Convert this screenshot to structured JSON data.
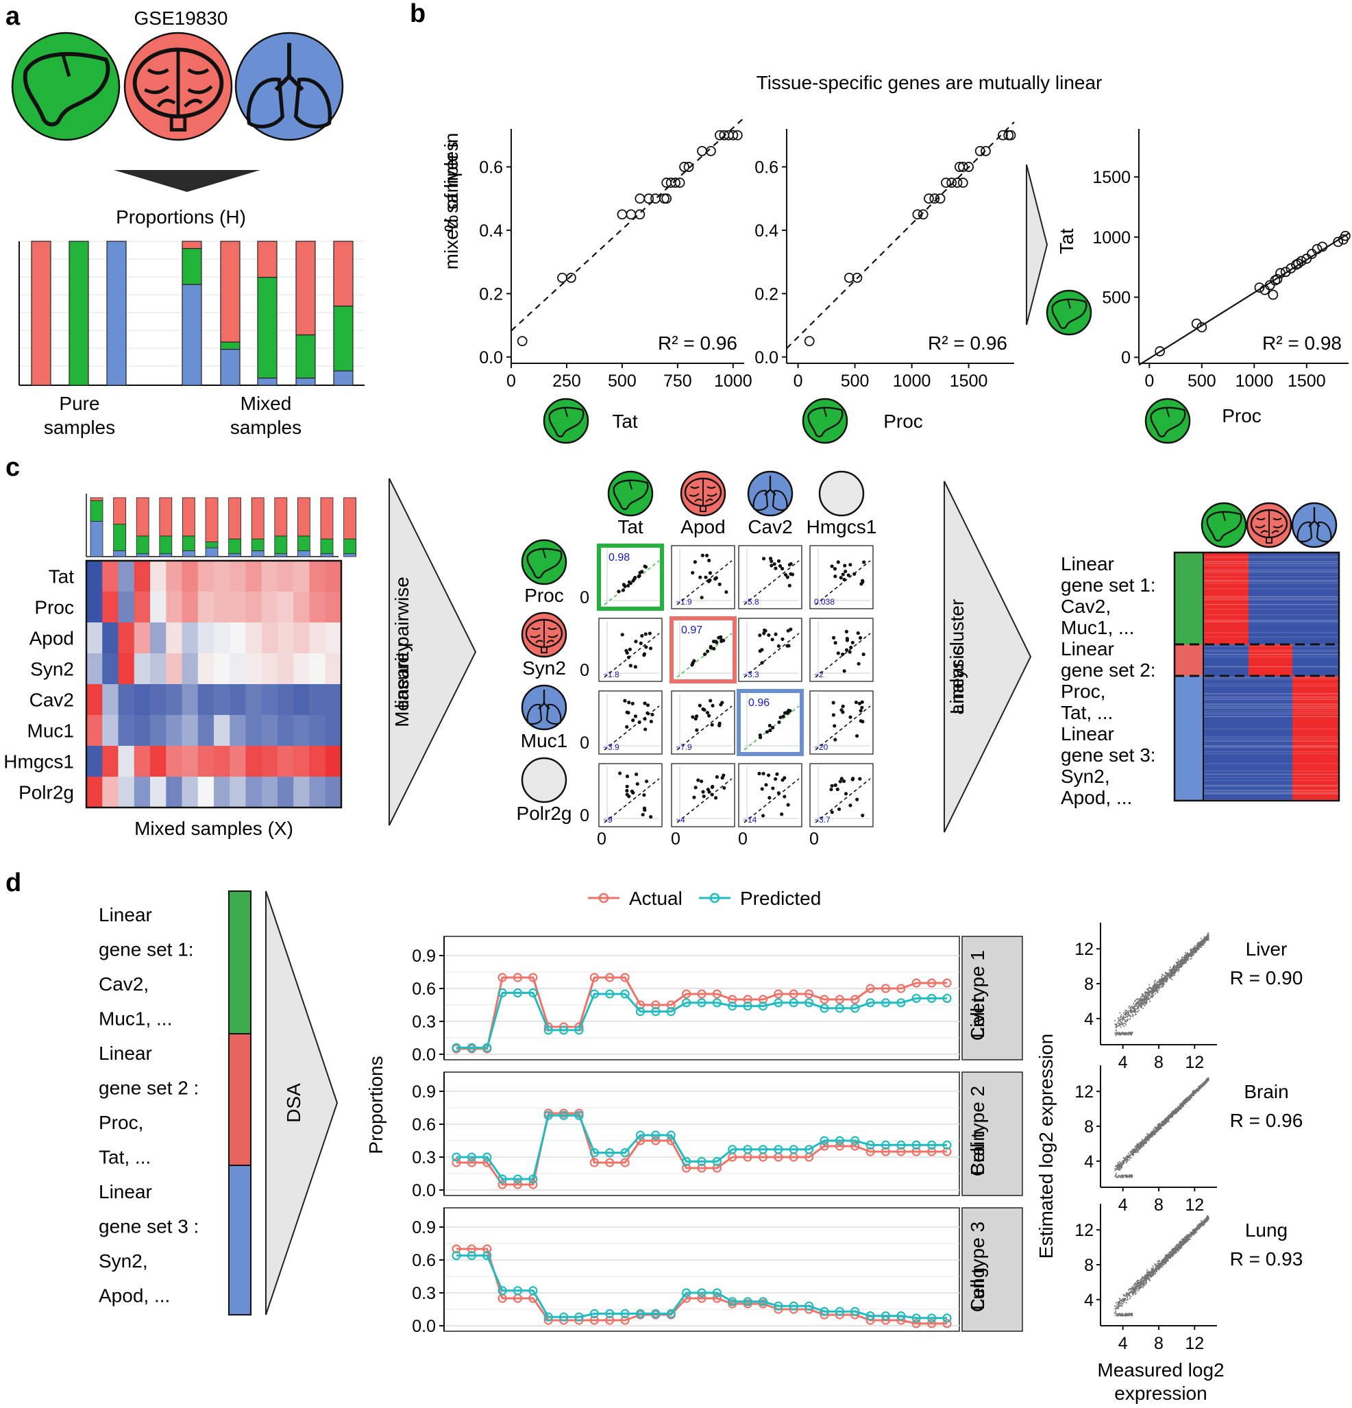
{
  "panels": {
    "a": "a",
    "b": "b",
    "c": "c",
    "d": "d"
  },
  "colors": {
    "liver": "#22b33a",
    "brain": "#f06e66",
    "lung": "#6b8fd3",
    "neutral": "#e8e8e8",
    "actual": "#f07167",
    "predicted": "#1fbcc0",
    "heat_red": "#ee2a2a",
    "heat_blue": "#3a55a8"
  },
  "panel_a": {
    "dataset": "GSE19830",
    "icons": [
      "liver-icon",
      "brain-icon",
      "lung-icon"
    ],
    "proportions_title": "Proportions (H)",
    "group_labels": [
      "Pure\nsamples",
      "Mixed\nsamples"
    ],
    "bars": [
      {
        "lung": 0,
        "liver": 0,
        "brain": 1
      },
      {
        "lung": 0,
        "liver": 1,
        "brain": 0
      },
      {
        "lung": 1,
        "liver": 0,
        "brain": 0
      },
      {
        "lung": 0.7,
        "liver": 0.25,
        "brain": 0.05
      },
      {
        "lung": 0.25,
        "liver": 0.05,
        "brain": 0.7
      },
      {
        "lung": 0.05,
        "liver": 0.7,
        "brain": 0.25
      },
      {
        "lung": 0.05,
        "liver": 0.3,
        "brain": 0.65
      },
      {
        "lung": 0.1,
        "liver": 0.45,
        "brain": 0.45
      }
    ]
  },
  "panel_b": {
    "title": "Tissue-specific genes are mutually linear",
    "plots": [
      {
        "ylabel": "% of liver in\nmixed samples",
        "xlabel": "Tat",
        "r2": "R² = 0.96",
        "xticks": [
          "0",
          "250",
          "500",
          "750",
          "1000"
        ],
        "yticks": [
          "0.0",
          "0.2",
          "0.4",
          "0.6"
        ]
      },
      {
        "xlabel": "Proc",
        "r2": "R² = 0.96",
        "xticks": [
          "0",
          "500",
          "1000",
          "1500"
        ],
        "yticks": [
          "0.0",
          "0.2",
          "0.4",
          "0.6"
        ]
      },
      {
        "ylabel": "Tat",
        "xlabel": "Proc",
        "r2": "R² = 0.98",
        "xticks": [
          "0",
          "500",
          "1000",
          "1500"
        ],
        "yticks": [
          "0",
          "500",
          "1000",
          "1500"
        ]
      }
    ]
  },
  "panel_c": {
    "genes": [
      "Tat",
      "Proc",
      "Apod",
      "Syn2",
      "Cav2",
      "Muc1",
      "Hmgcs1",
      "Polr2g"
    ],
    "heatmap_xlabel": "Mixed samples (X)",
    "arrow1_label": "Measure pairwise\nlinearity",
    "arrow2_label": "Linear cluster\nanalysis",
    "grid_cols": [
      "Tat",
      "Apod",
      "Cav2",
      "Hmgcs1"
    ],
    "grid_rows": [
      "Proc",
      "Syn2",
      "Muc1",
      "Polr2g"
    ],
    "grid_values": [
      [
        "0.98",
        "−1.9",
        "−5.8",
        "0.038"
      ],
      [
        "−1.8",
        "0.97",
        "−3.3",
        "−2"
      ],
      [
        "−3.9",
        "−7.9",
        "0.96",
        "−20"
      ],
      [
        "−9",
        "−4",
        "−14",
        "−3.7"
      ]
    ],
    "tick_zero": "0",
    "gene_sets": [
      "Linear\ngene set 1:\nCav2,\nMuc1, ...",
      "Linear\ngene set 2:\nProc,\nTat, ...",
      "Linear\ngene set 3:\nSyn2,\nApod, ..."
    ]
  },
  "panel_d": {
    "gene_set_lines": [
      "Linear",
      "gene set 1:",
      "Cav2,",
      "Muc1, ...",
      "Linear",
      "gene set 2 :",
      "Proc,",
      "Tat, ...",
      "Linear",
      "gene set 3 :",
      "Syn2,",
      "Apod, ..."
    ],
    "arrow_label": "DSA",
    "legend": [
      "Actual",
      "Predicted"
    ],
    "ylabel": "Proportions",
    "yticks": [
      "0.0",
      "0.3",
      "0.6",
      "0.9"
    ],
    "strips": [
      "Cell type 1\nLiver",
      "Cell type 2\nBrain",
      "Cell type 3\nLung"
    ],
    "scatter_ylabel": "Estimated log2 expression",
    "scatter_xlabel": "Measured log2\nexpression",
    "scatter_ticks": [
      "4",
      "8",
      "12"
    ],
    "scatter_labels": [
      {
        "tissue": "Liver",
        "r": "R = 0.90"
      },
      {
        "tissue": "Brain",
        "r": "R = 0.96"
      },
      {
        "tissue": "Lung",
        "r": "R = 0.93"
      }
    ]
  },
  "chart_data": [
    {
      "type": "line",
      "title": "Cell type 1 Liver",
      "ylabel": "Proportions",
      "ylim": [
        0,
        1
      ],
      "series": [
        {
          "name": "Actual",
          "values": [
            0.05,
            0.05,
            0.05,
            0.7,
            0.7,
            0.7,
            0.25,
            0.25,
            0.25,
            0.7,
            0.7,
            0.7,
            0.45,
            0.45,
            0.45,
            0.55,
            0.55,
            0.55,
            0.5,
            0.5,
            0.5,
            0.55,
            0.55,
            0.55,
            0.5,
            0.5,
            0.5,
            0.6,
            0.6,
            0.6,
            0.65,
            0.65,
            0.65
          ]
        },
        {
          "name": "Predicted",
          "values": [
            0.06,
            0.06,
            0.06,
            0.56,
            0.56,
            0.56,
            0.22,
            0.22,
            0.22,
            0.55,
            0.55,
            0.55,
            0.39,
            0.39,
            0.39,
            0.47,
            0.47,
            0.47,
            0.44,
            0.44,
            0.44,
            0.47,
            0.47,
            0.47,
            0.42,
            0.42,
            0.42,
            0.47,
            0.47,
            0.47,
            0.51,
            0.51,
            0.51
          ]
        }
      ]
    },
    {
      "type": "line",
      "title": "Cell type 2 Brain",
      "ylabel": "Proportions",
      "ylim": [
        0,
        1
      ],
      "series": [
        {
          "name": "Actual",
          "values": [
            0.25,
            0.25,
            0.25,
            0.05,
            0.05,
            0.05,
            0.7,
            0.7,
            0.7,
            0.25,
            0.25,
            0.25,
            0.45,
            0.45,
            0.45,
            0.2,
            0.2,
            0.2,
            0.3,
            0.3,
            0.3,
            0.3,
            0.3,
            0.3,
            0.4,
            0.4,
            0.4,
            0.35,
            0.35,
            0.35,
            0.35,
            0.35,
            0.35
          ]
        },
        {
          "name": "Predicted",
          "values": [
            0.3,
            0.3,
            0.3,
            0.1,
            0.1,
            0.1,
            0.68,
            0.68,
            0.68,
            0.34,
            0.34,
            0.34,
            0.5,
            0.5,
            0.5,
            0.26,
            0.26,
            0.26,
            0.37,
            0.37,
            0.37,
            0.37,
            0.37,
            0.37,
            0.45,
            0.45,
            0.45,
            0.41,
            0.41,
            0.41,
            0.41,
            0.41,
            0.41
          ]
        }
      ]
    },
    {
      "type": "line",
      "title": "Cell type 3 Lung",
      "ylabel": "Proportions",
      "ylim": [
        0,
        1
      ],
      "series": [
        {
          "name": "Actual",
          "values": [
            0.7,
            0.7,
            0.7,
            0.25,
            0.25,
            0.25,
            0.05,
            0.05,
            0.05,
            0.05,
            0.05,
            0.05,
            0.1,
            0.1,
            0.1,
            0.25,
            0.25,
            0.25,
            0.2,
            0.2,
            0.2,
            0.15,
            0.15,
            0.15,
            0.1,
            0.1,
            0.1,
            0.05,
            0.05,
            0.05,
            0.02,
            0.02,
            0.02
          ]
        },
        {
          "name": "Predicted",
          "values": [
            0.64,
            0.64,
            0.64,
            0.32,
            0.32,
            0.32,
            0.08,
            0.08,
            0.08,
            0.11,
            0.11,
            0.11,
            0.11,
            0.11,
            0.11,
            0.3,
            0.3,
            0.3,
            0.22,
            0.22,
            0.22,
            0.18,
            0.18,
            0.18,
            0.13,
            0.13,
            0.13,
            0.09,
            0.09,
            0.09,
            0.07,
            0.07,
            0.07
          ]
        }
      ]
    },
    {
      "type": "scatter",
      "title": "Tat vs % liver",
      "xlim": [
        0,
        1050
      ],
      "ylim": [
        -0.02,
        0.72
      ],
      "x": [
        50,
        230,
        270,
        500,
        540,
        580,
        580,
        620,
        650,
        690,
        700,
        700,
        720,
        740,
        760,
        780,
        800,
        860,
        900,
        940,
        960,
        980,
        1000,
        1020
      ],
      "y": [
        0.05,
        0.25,
        0.25,
        0.45,
        0.45,
        0.45,
        0.5,
        0.5,
        0.5,
        0.5,
        0.5,
        0.55,
        0.55,
        0.55,
        0.55,
        0.6,
        0.6,
        0.65,
        0.65,
        0.7,
        0.7,
        0.7,
        0.7,
        0.7
      ]
    },
    {
      "type": "scatter",
      "title": "Proc vs % liver",
      "xlim": [
        -100,
        1900
      ],
      "ylim": [
        -0.02,
        0.72
      ],
      "x": [
        100,
        450,
        520,
        1050,
        1100,
        1150,
        1200,
        1250,
        1300,
        1350,
        1400,
        1420,
        1450,
        1450,
        1500,
        1600,
        1650,
        1800,
        1850,
        1870
      ],
      "y": [
        0.05,
        0.25,
        0.25,
        0.45,
        0.45,
        0.5,
        0.5,
        0.5,
        0.55,
        0.55,
        0.55,
        0.6,
        0.55,
        0.6,
        0.6,
        0.65,
        0.65,
        0.7,
        0.7,
        0.7
      ]
    },
    {
      "type": "scatter",
      "title": "Proc vs Tat",
      "xlim": [
        -100,
        1900
      ],
      "ylim": [
        -50,
        1900
      ],
      "x": [
        100,
        450,
        500,
        1050,
        1100,
        1150,
        1180,
        1200,
        1220,
        1250,
        1300,
        1350,
        1400,
        1420,
        1450,
        1500,
        1550,
        1600,
        1650,
        1800,
        1850,
        1870
      ],
      "y": [
        50,
        280,
        250,
        580,
        560,
        600,
        520,
        640,
        650,
        700,
        710,
        740,
        770,
        780,
        800,
        820,
        860,
        900,
        920,
        960,
        980,
        1010
      ]
    }
  ]
}
